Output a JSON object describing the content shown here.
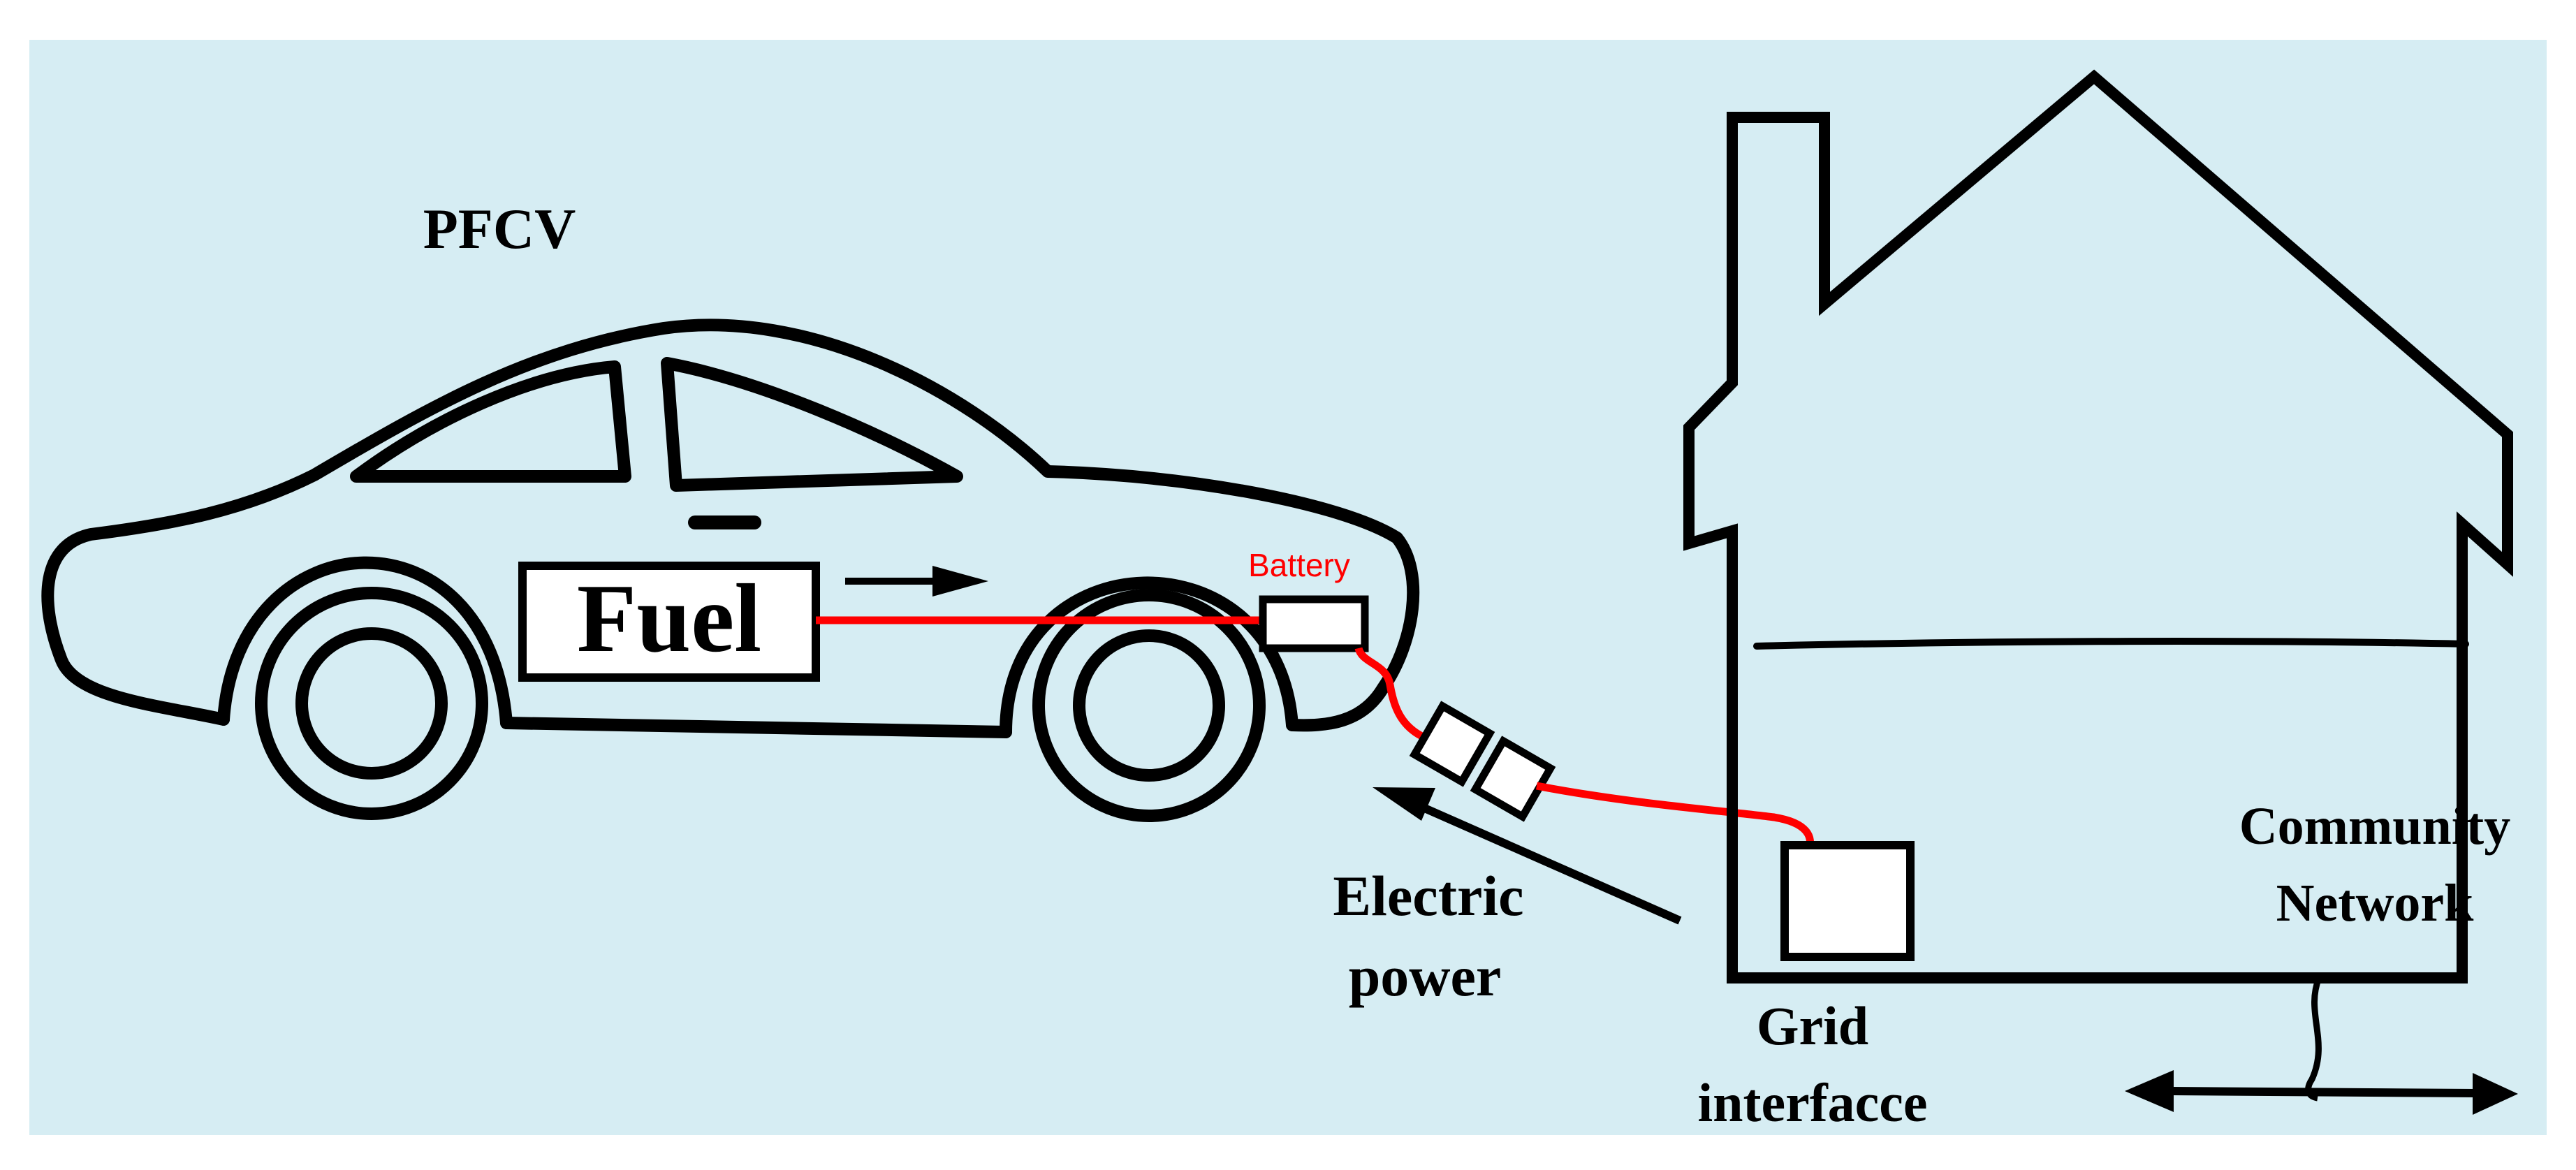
{
  "diagram": {
    "colors": {
      "background": "#d6edf3",
      "outline": "#000000",
      "wire": "#ff0000",
      "box_fill": "#ffffff"
    },
    "labels": {
      "vehicle": "PFCV",
      "fuel": "Fuel",
      "battery": "Battery",
      "electric_power_line1": "Electric",
      "electric_power_line2": "power",
      "grid_line1": "Grid",
      "grid_line2": "interfacce",
      "community_line1": "Community",
      "community_line2": "Network"
    }
  }
}
